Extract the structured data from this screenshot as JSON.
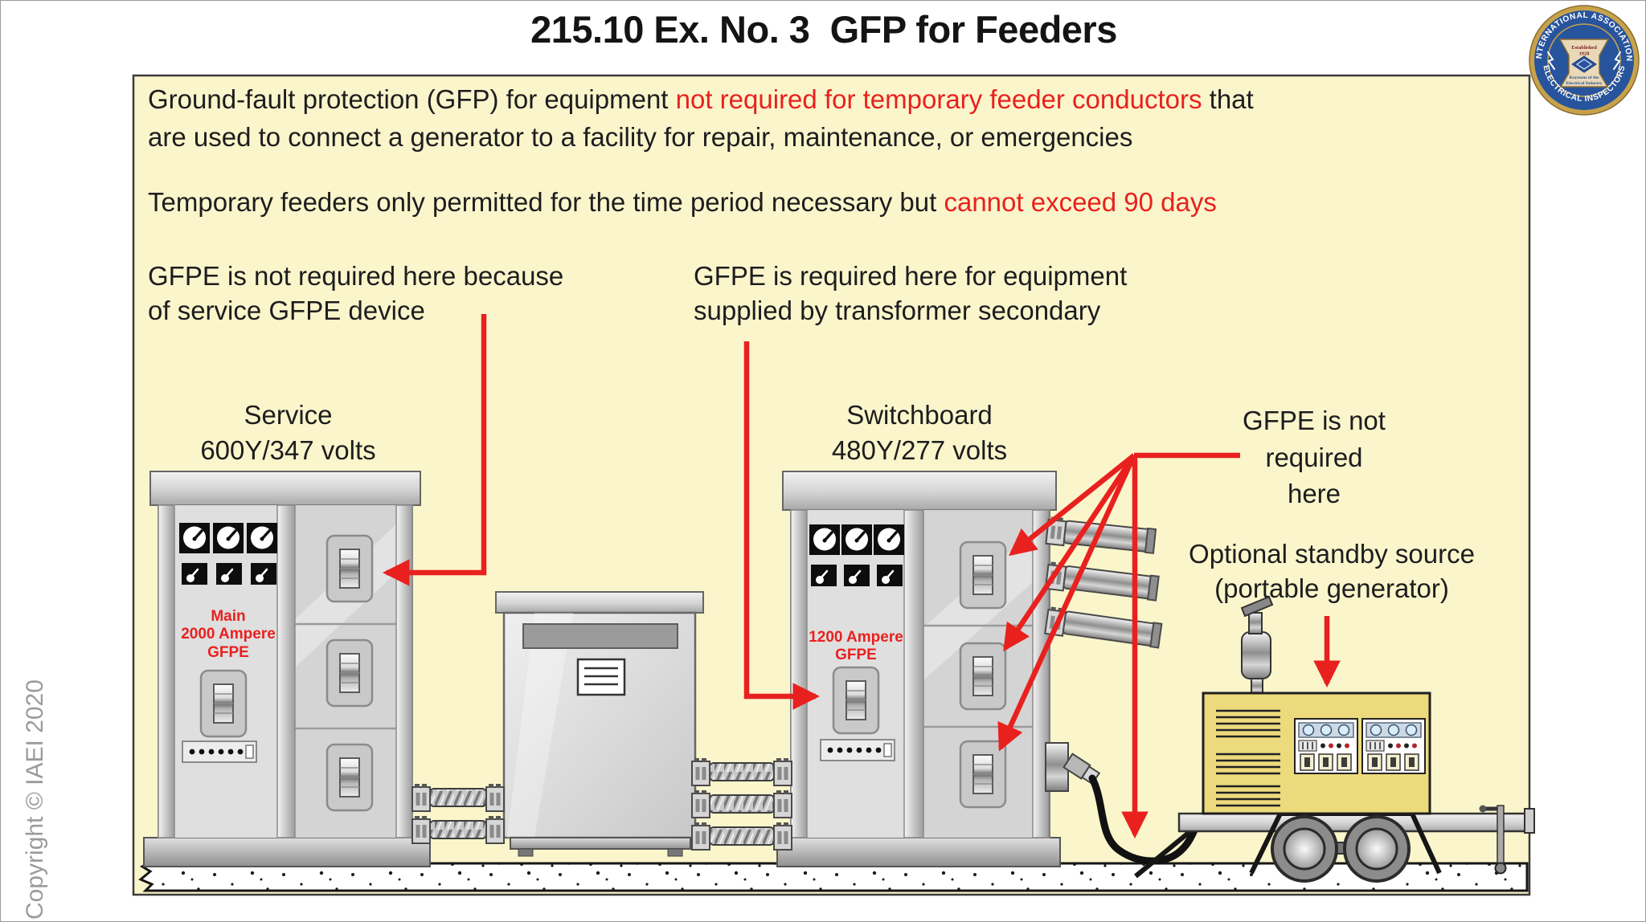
{
  "page": {
    "title": "215.10 Ex. No. 3  GFP for Feeders",
    "copyright": "Copyright © IAEI 2020"
  },
  "logo": {
    "arc_top": "INTERNATIONAL ASSOCIATION",
    "arc_bottom": "ELECTRICAL INSPECTORS",
    "est_line1": "Established",
    "est_line2": "1928",
    "key_line1": "Keystone of the",
    "key_line2": "Electrical Industry"
  },
  "notes": {
    "para1": [
      {
        "text": "Ground-fault protection (GFP) for equipment ",
        "red": false
      },
      {
        "text": "not required for temporary feeder conductors",
        "red": true
      },
      {
        "text": " that\nare used to connect a generator to a facility for repair, maintenance, or emergencies",
        "red": false
      }
    ],
    "para2": [
      {
        "text": "Temporary feeders only permitted for the time period necessary but ",
        "red": false
      },
      {
        "text": "cannot exceed 90 days",
        "red": true
      }
    ]
  },
  "callouts": {
    "service": "GFPE is not required here because\nof service GFPE device",
    "transformer": "GFPE is required here for equipment\nsupplied by transformer secondary",
    "not_required": "GFPE is not\nrequired\nhere",
    "standby": "Optional standby source\n(portable generator)"
  },
  "equipment": {
    "service_label": "Service\n600Y/347 volts",
    "switchboard_label": "Switchboard\n480Y/277 volts",
    "service_main": "Main\n2000 Ampere\nGFPE",
    "switchboard_main": "1200 Ampere\nGFPE"
  },
  "colors": {
    "highlight_red": "#e8211f",
    "panel_bg": "#fbf5cb",
    "generator_body": "#ecda7c",
    "logo_blue": "#27549d",
    "logo_gold": "#c8a24b"
  }
}
